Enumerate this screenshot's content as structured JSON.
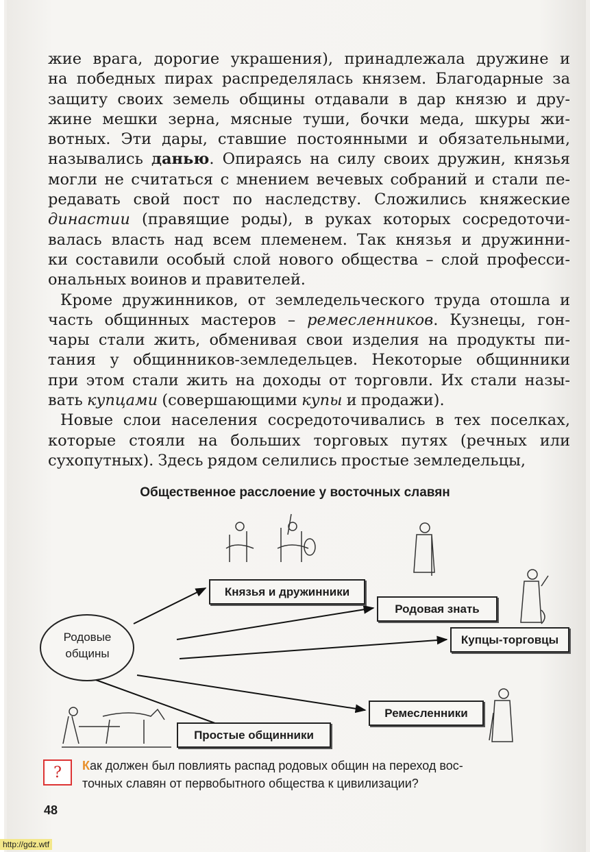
{
  "body_lines": [
    [
      {
        "t": "жие врага, дорогие украшения), принадлежала дружине и"
      }
    ],
    [
      {
        "t": "на победных пирах распределялась князем. Благодарные за"
      }
    ],
    [
      {
        "t": "защиту своих земель общины отдавали в дар князю и дру-"
      }
    ],
    [
      {
        "t": "жине мешки зерна, мясные туши, бочки меда, шкуры жи-"
      }
    ],
    [
      {
        "t": "вотных. Эти дары, ставшие постоянными и обязательными,"
      }
    ],
    [
      {
        "t": "назывались "
      },
      {
        "t": "данью",
        "s": "b"
      },
      {
        "t": ". Опираясь на силу своих дружин, князья"
      }
    ],
    [
      {
        "t": "могли не считаться с мнением вечевых собраний и стали пе-"
      }
    ],
    [
      {
        "t": "редавать свой пост по наследству. Сложились княжеские"
      }
    ],
    [
      {
        "t": "династии",
        "s": "i"
      },
      {
        "t": " (правящие роды), в руках которых сосредоточи-"
      }
    ],
    [
      {
        "t": "валась власть над всем племенем. Так князья и дружинни-"
      }
    ],
    [
      {
        "t": "ки составили особый слой нового общества – слой професси-"
      }
    ],
    [
      {
        "t": "ональных воинов и правителей."
      }
    ],
    [
      {
        "t": "Кроме дружинников, от земледельческого труда отошла и"
      }
    ],
    [
      {
        "t": "часть общинных мастеров – "
      },
      {
        "t": "ремесленников",
        "s": "i"
      },
      {
        "t": ". Кузнецы, гон-"
      }
    ],
    [
      {
        "t": "чары стали жить, обменивая свои изделия на продукты пи-"
      }
    ],
    [
      {
        "t": "тания у общинников-земледельцев. Некоторые общинники"
      }
    ],
    [
      {
        "t": "при этом стали жить на доходы от торговли. Их стали назы-"
      }
    ],
    [
      {
        "t": "вать "
      },
      {
        "t": "купцами",
        "s": "i"
      },
      {
        "t": " (совершающими "
      },
      {
        "t": "купы",
        "s": "i"
      },
      {
        "t": " и продажи)."
      }
    ],
    [
      {
        "t": "Новые слои населения сосредоточивались в тех поселках,"
      }
    ],
    [
      {
        "t": "которые стояли на больших торговых путях (речных или"
      }
    ],
    [
      {
        "t": "сухопутных). Здесь рядом селились простые земледельцы,"
      }
    ]
  ],
  "diagram": {
    "title": "Общественное расслоение у восточных славян",
    "source_line1": "Родовые",
    "source_line2": "общины",
    "targets": [
      "Князья и дружинники",
      "Родовая знать",
      "Купцы-торговцы",
      "Ремесленники",
      "Простые общинники"
    ]
  },
  "question": {
    "icon": "?",
    "first_letter": "К",
    "line1": "ак должен был повлиять распад родовых общин на переход вос-",
    "line2": "точных славян от первобытного общества к цивилизации?"
  },
  "page_number": "48",
  "source_label": "http://gdz.wtf",
  "colors": {
    "question_accent": "#e8902a",
    "question_border": "#d33",
    "label_bg": "#f3e78a"
  }
}
